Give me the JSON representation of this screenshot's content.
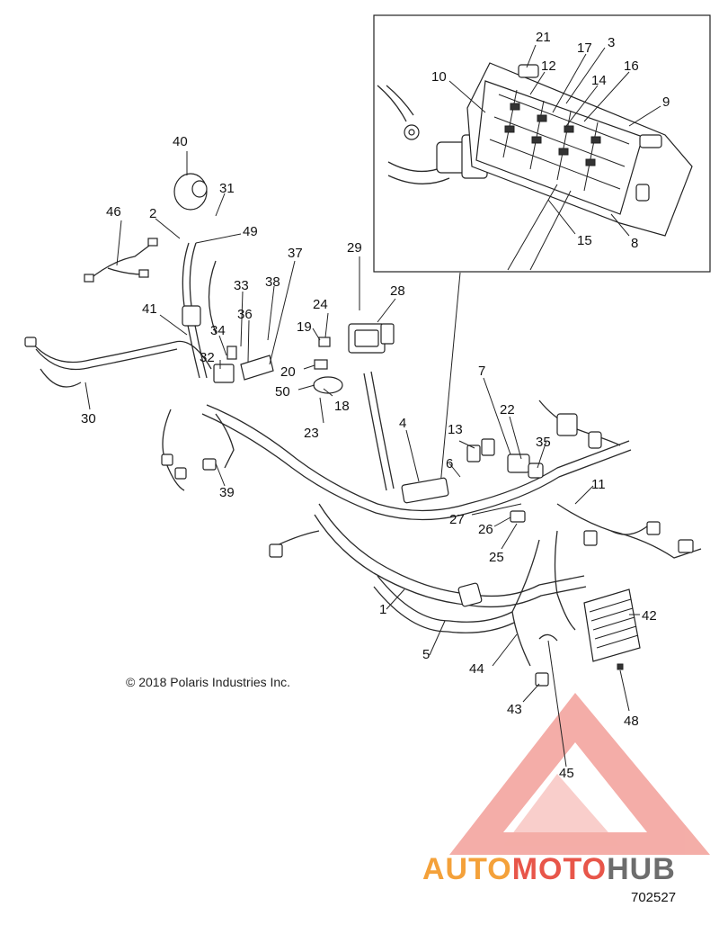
{
  "copyright": "© 2018 Polaris Industries Inc.",
  "document_number": "702527",
  "watermark": {
    "part1": "AUTO",
    "part2": "MOTO",
    "part3": "HUB",
    "color_orange": "#f4a13a",
    "color_red": "#e8564a",
    "color_gray": "#6d6d6d",
    "triangle_color": "#f3a59f"
  },
  "callouts": {
    "c1": "1",
    "c2": "2",
    "c3": "3",
    "c4": "4",
    "c5": "5",
    "c6": "6",
    "c7": "7",
    "c8": "8",
    "c9": "9",
    "c10": "10",
    "c11": "11",
    "c12": "12",
    "c13": "13",
    "c14": "14",
    "c15": "15",
    "c16": "16",
    "c17": "17",
    "c18": "18",
    "c19": "19",
    "c20": "20",
    "c21": "21",
    "c22": "22",
    "c23": "23",
    "c24": "24",
    "c25": "25",
    "c26": "26",
    "c27": "27",
    "c28": "28",
    "c29": "29",
    "c30": "30",
    "c31": "31",
    "c32": "32",
    "c33": "33",
    "c34": "34",
    "c35": "35",
    "c36": "36",
    "c37": "37",
    "c38": "38",
    "c39": "39",
    "c40": "40",
    "c41": "41",
    "c42": "42",
    "c43": "43",
    "c44": "44",
    "c45": "45",
    "c46": "46",
    "c48": "48",
    "c49": "49",
    "c50": "50"
  }
}
